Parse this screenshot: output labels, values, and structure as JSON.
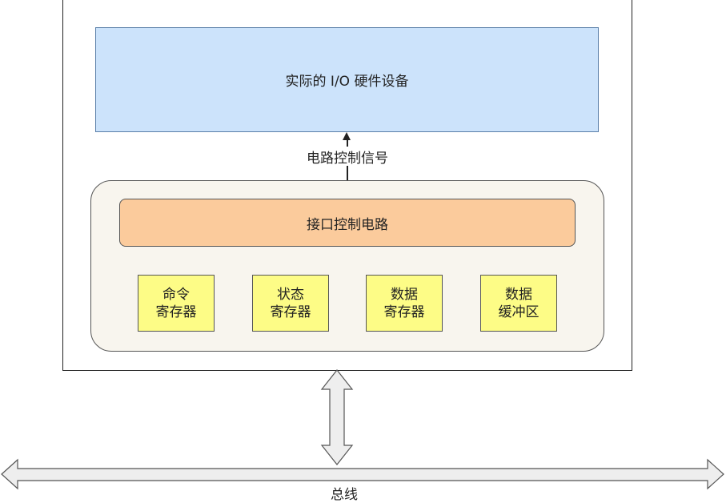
{
  "device": {
    "label": "实际的 I/O 硬件设备"
  },
  "signal": {
    "label": "电路控制信号"
  },
  "interface": {
    "control_circuit_label": "接口控制电路",
    "registers": [
      {
        "line1": "命令",
        "line2": "寄存器"
      },
      {
        "line1": "状态",
        "line2": "寄存器"
      },
      {
        "line1": "数据",
        "line2": "寄存器"
      },
      {
        "line1": "数据",
        "line2": "缓冲区"
      }
    ]
  },
  "bus": {
    "label": "总线"
  },
  "colors": {
    "device_fill": "#cce3fb",
    "interface_fill": "#f8f5ee",
    "control_fill": "#fbcb9c",
    "register_fill": "#fdfc86",
    "arrow_fill": "#eeeeee"
  }
}
